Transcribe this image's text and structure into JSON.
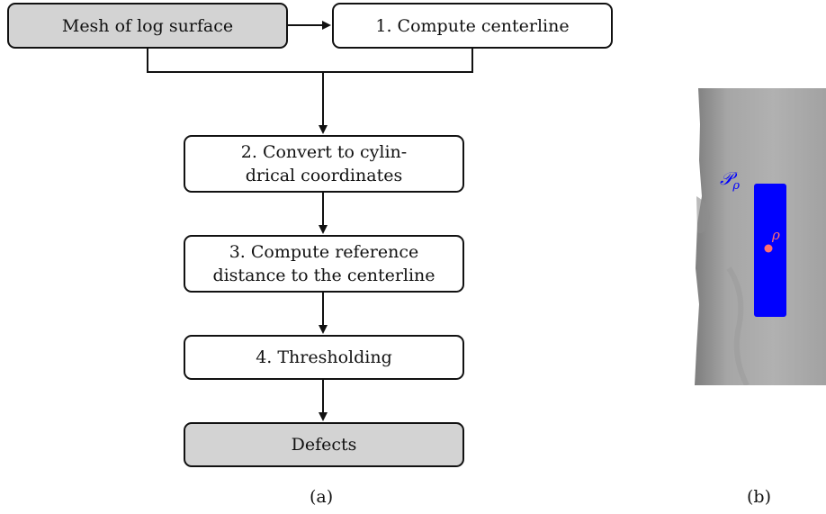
{
  "flowchart": {
    "input": "Mesh of log surface",
    "step1": "1. Compute centerline",
    "step2": [
      "2. Convert to cylin-",
      "drical coordinates"
    ],
    "step3": [
      "3. Compute reference",
      "distance to the centerline"
    ],
    "step4": "4. Thresholding",
    "output": "Defects"
  },
  "captions": {
    "a": "(a)",
    "b": "(b)"
  },
  "panel_b": {
    "patch_label": "𝒫",
    "patch_label_sub": "ρ",
    "point_label": "ρ",
    "colors": {
      "surface": "#a9a9a9",
      "patch": "#0000ff",
      "point": "#ff6f6f"
    }
  }
}
